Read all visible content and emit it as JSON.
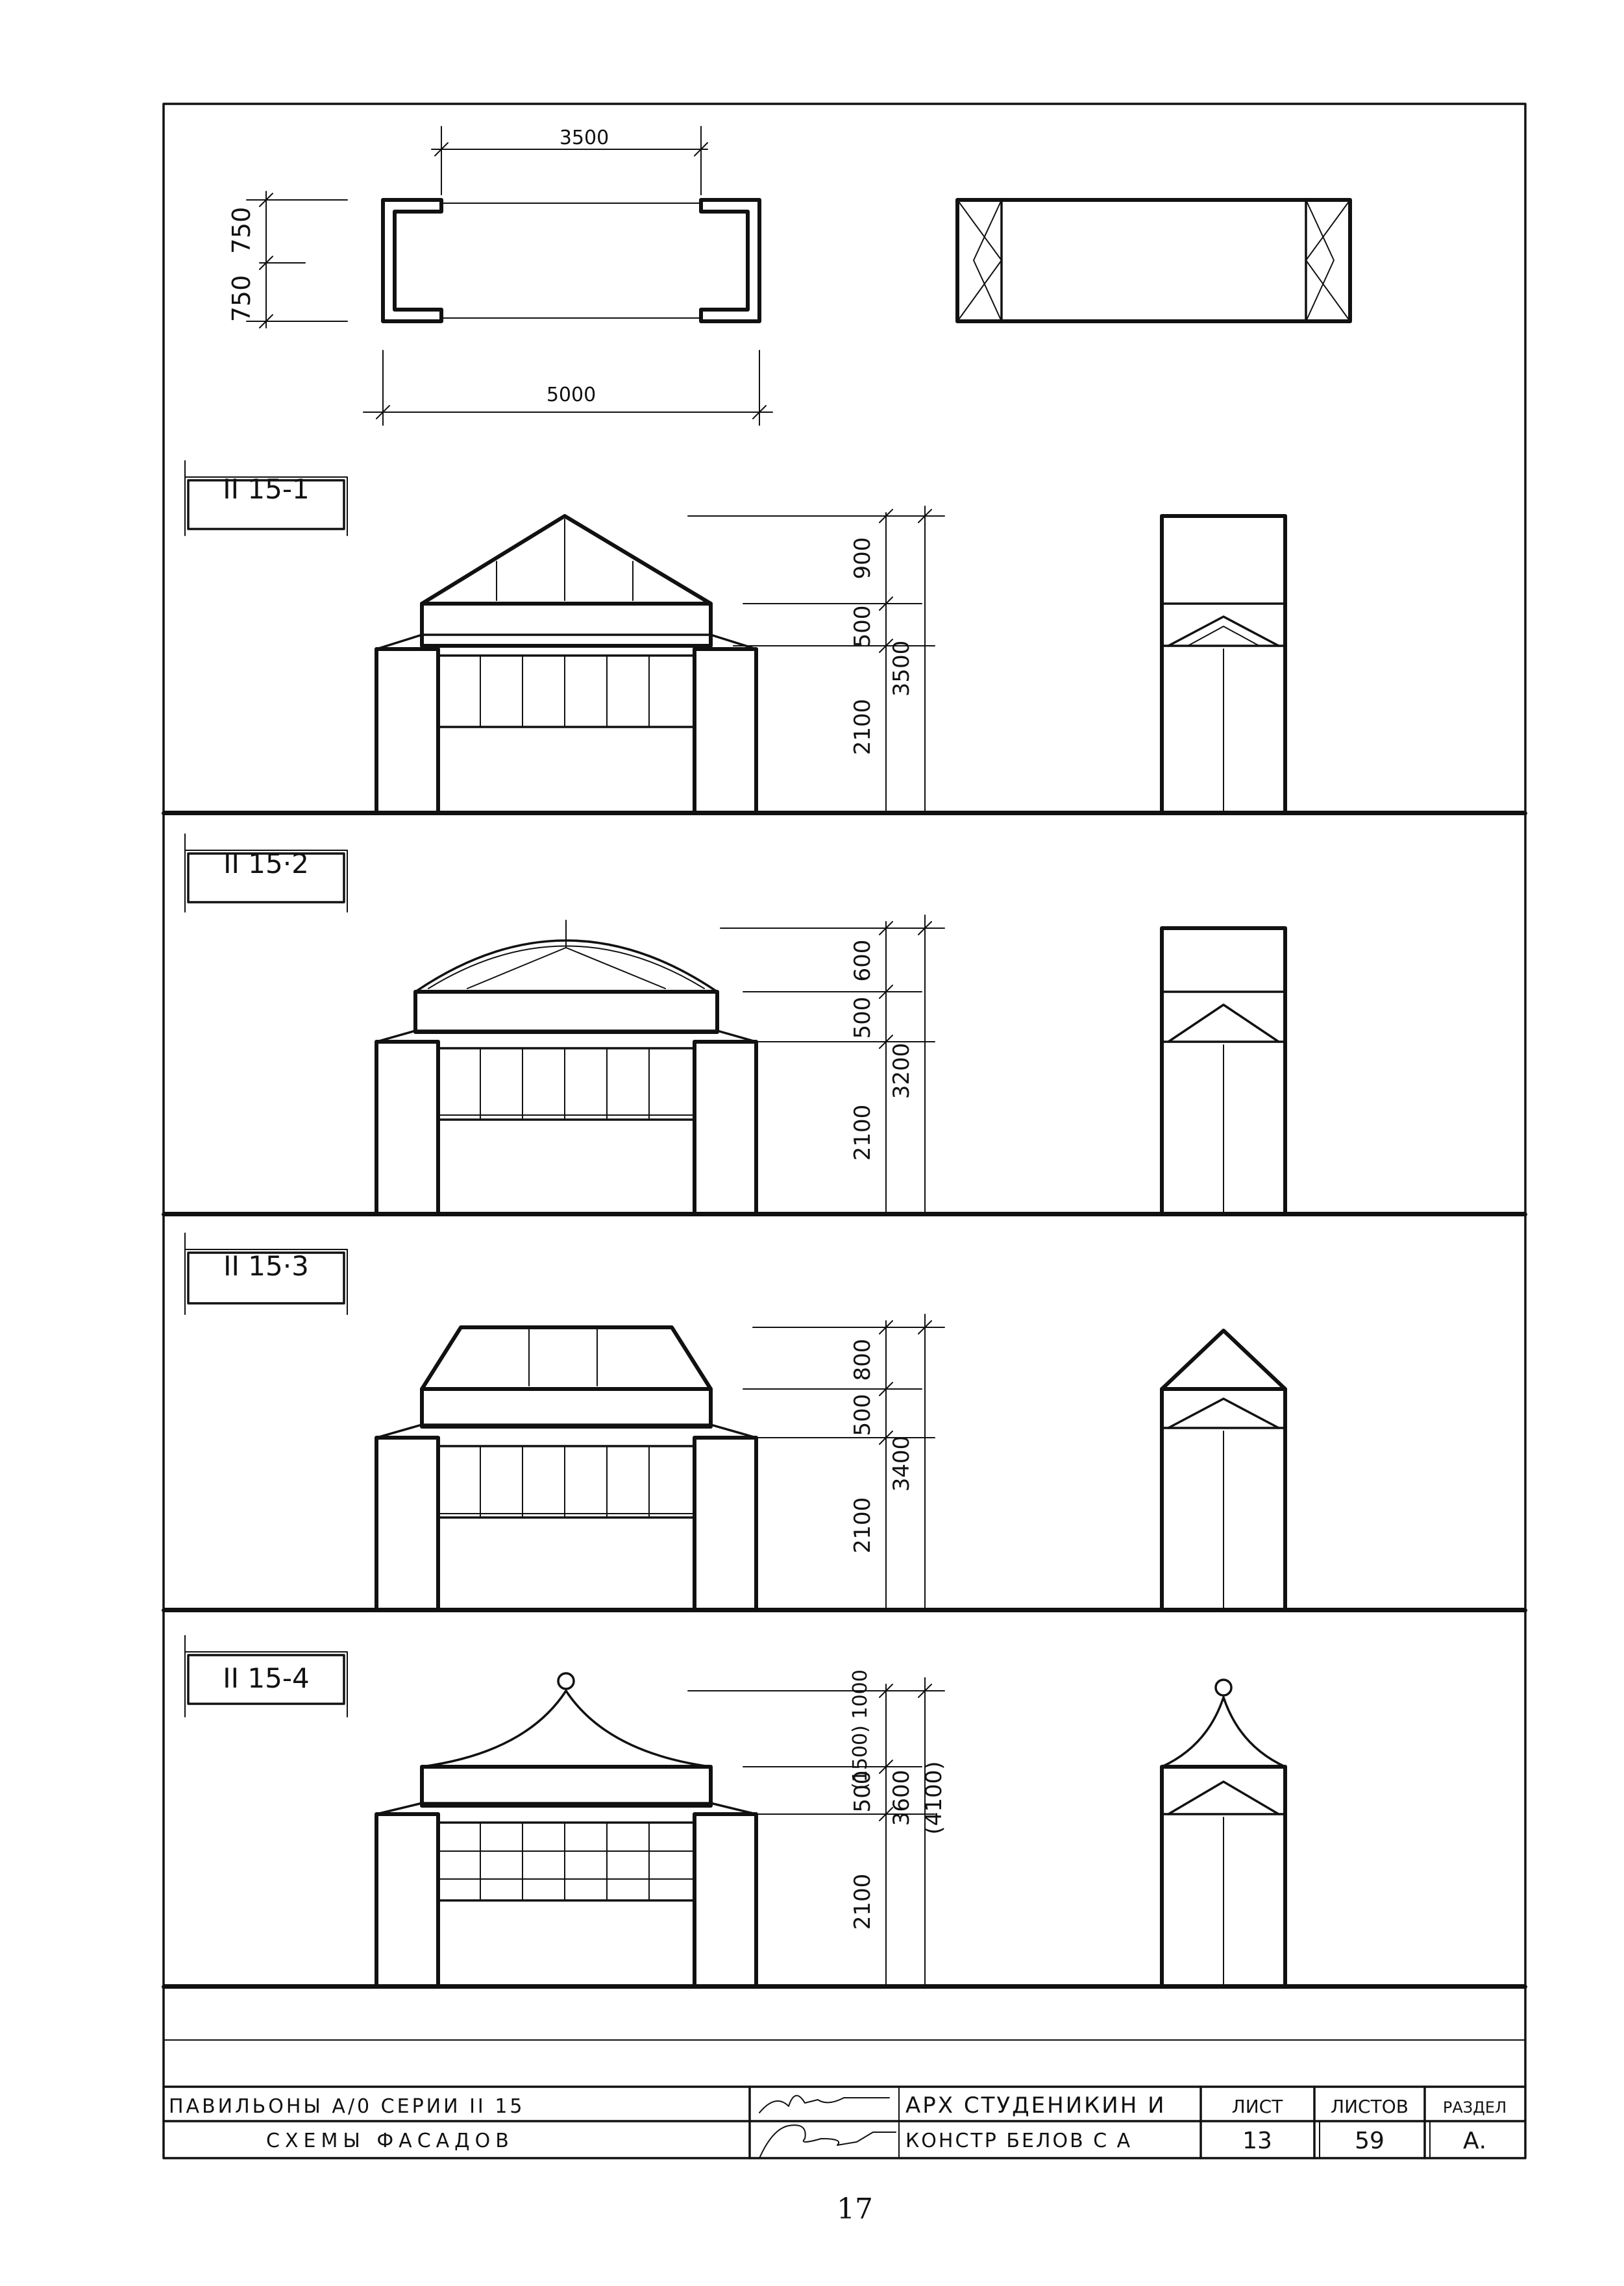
{
  "plan_dimensions": {
    "width_inner": "3500",
    "width_outer": "5000",
    "depth_a": "750",
    "depth_b": "750"
  },
  "sections": [
    {
      "label": "II 15-1",
      "dims": [
        "900",
        "500",
        "2100"
      ],
      "total": "3500"
    },
    {
      "label": "II 15·2",
      "dims": [
        "600",
        "500",
        "2100"
      ],
      "total": "3200"
    },
    {
      "label": "II 15·3",
      "dims": [
        "800",
        "500",
        "2100"
      ],
      "total": "3400"
    },
    {
      "label": "II 15-4",
      "dims": [
        "(1500) 1000",
        "500",
        "2100"
      ],
      "total": "3600",
      "total_alt": "(4100)"
    }
  ],
  "title_block": {
    "title": "ПАВИЛЬОНЫ А/0 СЕРИИ II 15",
    "subtitle": "СХЕМЫ ФАСАДОВ",
    "architect": "АРХ СТУДЕНИКИН И",
    "constructor": "КОНСТР БЕЛОВ С А",
    "sheet_label": "ЛИСТ",
    "sheets_label": "ЛИСТОВ",
    "section_label": "РАЗДЕЛ",
    "sheet_value": "13",
    "sheets_value": "59",
    "section_value": "А."
  },
  "page_number": "17"
}
